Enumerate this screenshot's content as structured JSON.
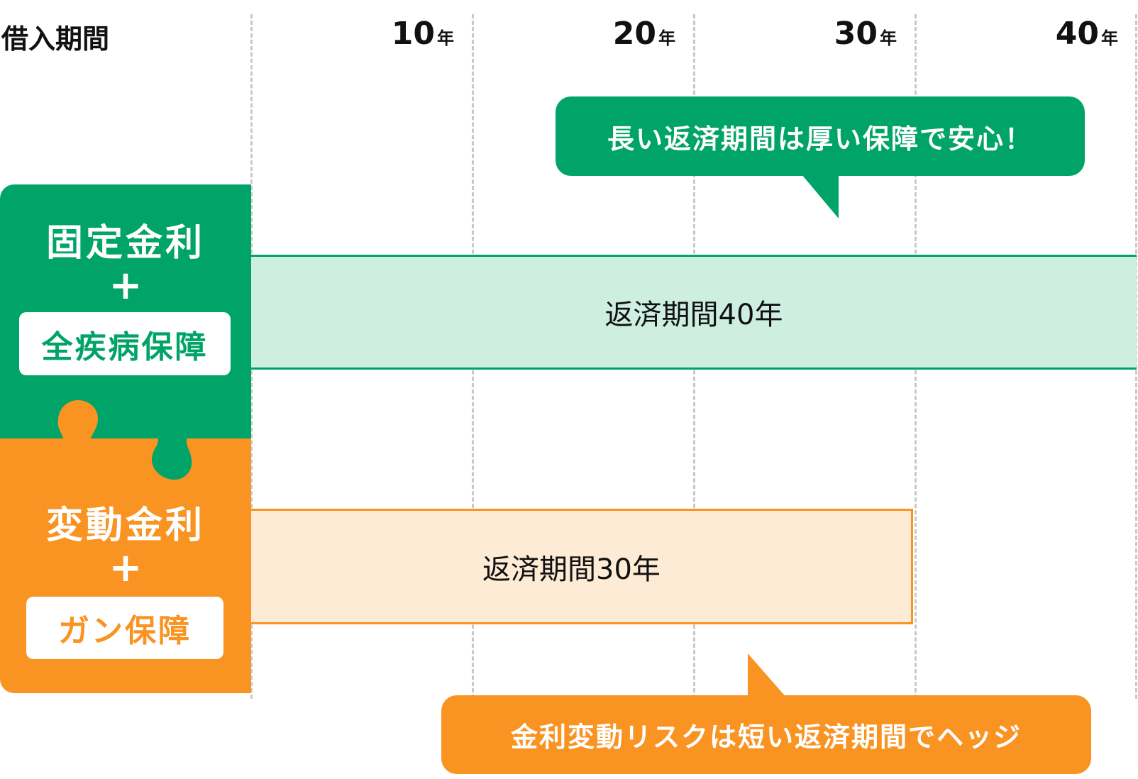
{
  "axis": {
    "label": "借入期間",
    "ticks": [
      {
        "value": "10",
        "unit": "年"
      },
      {
        "value": "20",
        "unit": "年"
      },
      {
        "value": "30",
        "unit": "年"
      },
      {
        "value": "40",
        "unit": "年"
      }
    ]
  },
  "fixed": {
    "title": "固定金利",
    "plus": "+",
    "coverage": "全疾病保障",
    "bar_label": "返済期間40年",
    "years": 40,
    "callout": "長い返済期間は厚い保障で安心！"
  },
  "variable": {
    "title": "変動金利",
    "plus": "+",
    "coverage": "ガン保障",
    "bar_label": "返済期間30年",
    "years": 30,
    "callout": "金利変動リスクは短い返済期間でヘッジ"
  },
  "colors": {
    "green": "#00a368",
    "green_light": "#cdeee1",
    "orange": "#f99322",
    "orange_light": "#fdebd6",
    "grid": "#c9c9c9"
  }
}
